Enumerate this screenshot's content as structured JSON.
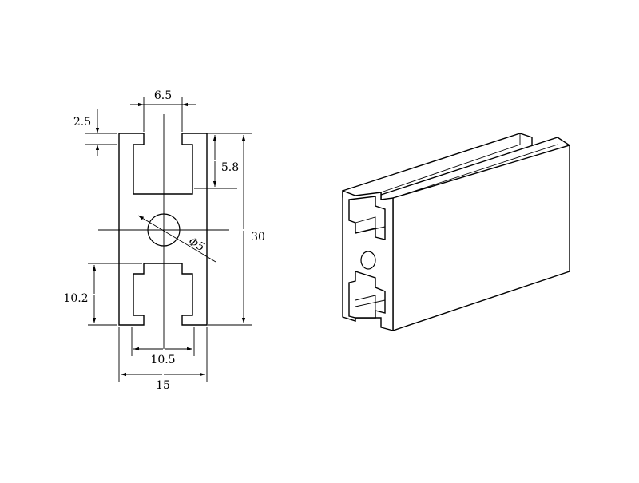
{
  "drawing": {
    "dimensions": {
      "slot_opening": "6.5",
      "lip_depth": "2.5",
      "slot_depth": "5.8",
      "height": "30",
      "hole_diameter": "Φ5",
      "slot_height": "10.2",
      "slot_inner_width": "10.5",
      "width": "15"
    }
  }
}
